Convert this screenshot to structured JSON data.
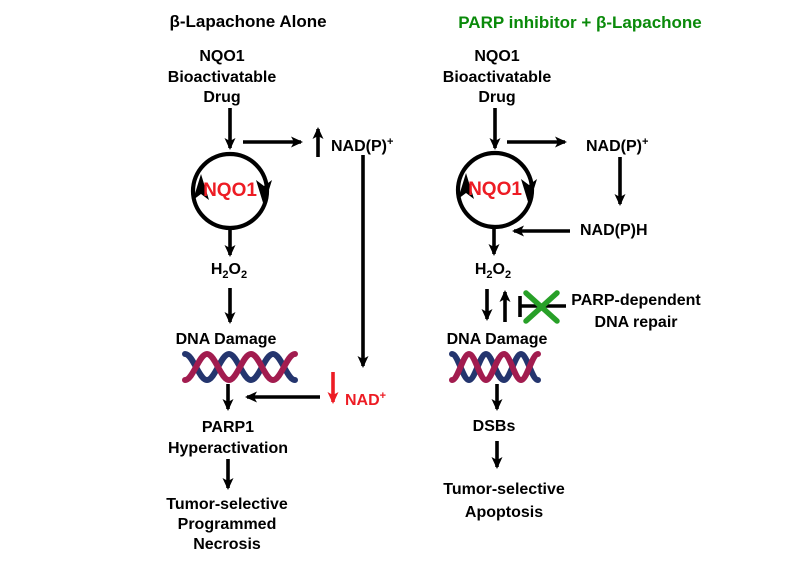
{
  "colors": {
    "text_black": "#000000",
    "accent_red": "#ED1C24",
    "title_green": "#0A8A0A",
    "x_green": "#28A028",
    "helix_blue": "#24356E",
    "helix_crimson": "#A21C4F",
    "background": "#FFFFFF"
  },
  "left": {
    "title": "β-Lapachone Alone",
    "drug": {
      "line1": "NQO1",
      "line2": "Bioactivatable",
      "line3": "Drug"
    },
    "nadp": {
      "base": "NAD(P)",
      "sup": "+"
    },
    "enzyme": "NQO1",
    "h2o2": {
      "h": "H",
      "sub1": "2",
      "o": "O",
      "sub2": "2"
    },
    "dna_damage": "DNA Damage",
    "nad": {
      "base": "NAD",
      "sup": "+"
    },
    "parp1": {
      "line1": "PARP1",
      "line2": "Hyperactivation"
    },
    "outcome": {
      "line1": "Tumor-selective",
      "line2": "Programmed",
      "line3": "Necrosis"
    }
  },
  "right": {
    "title": "PARP inhibitor + β-Lapachone",
    "drug": {
      "line1": "NQO1",
      "line2": "Bioactivatable",
      "line3": "Drug"
    },
    "nadp": {
      "base": "NAD(P)",
      "sup": "+"
    },
    "nadph": "NAD(P)H",
    "enzyme": "NQO1",
    "h2o2": {
      "h": "H",
      "sub1": "2",
      "o": "O",
      "sub2": "2"
    },
    "repair": {
      "line1": "PARP-dependent",
      "line2": "DNA repair"
    },
    "dna_damage": "DNA Damage",
    "dsbs": "DSBs",
    "outcome": {
      "line1": "Tumor-selective",
      "line2": "Apoptosis"
    }
  }
}
